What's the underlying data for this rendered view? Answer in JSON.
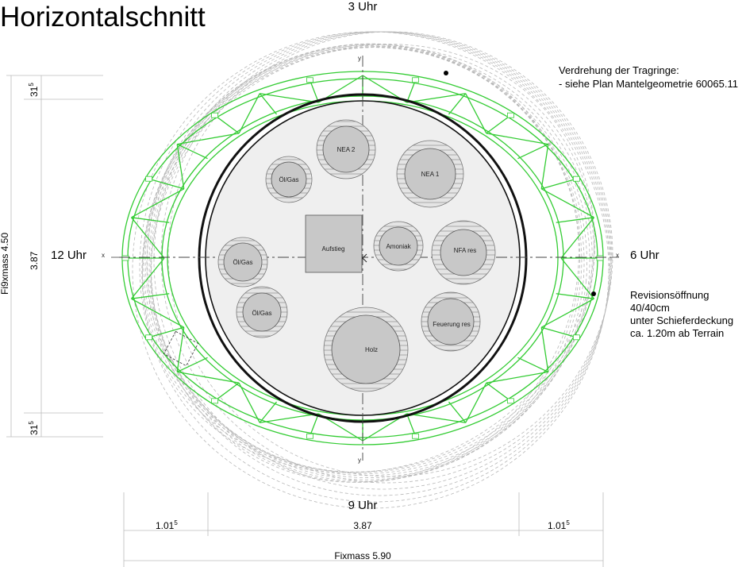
{
  "title": "Horizontalschnitt",
  "clock": {
    "top": "3 Uhr",
    "bottom": "9 Uhr",
    "left": "12 Uhr",
    "right": "6 Uhr"
  },
  "axis_marks": {
    "x": "x",
    "y": "y"
  },
  "notes": {
    "twist_line1": "Verdrehung der Tragringe:",
    "twist_line2": "- siehe Plan Mantelgeometrie 60065.11",
    "revision_line1": "Revisionsöffnung",
    "revision_line2": "40/40cm",
    "revision_line3": "unter Schieferdeckung",
    "revision_line4": "ca. 1.20m ab Terrain"
  },
  "dimensions": {
    "left_top": "31",
    "left_top_sup": "5",
    "left_mid": "3.87",
    "left_bottom": "31",
    "left_bottom_sup": "5",
    "left_total": "Fi9xmass 4.50",
    "bottom_left": "1.01",
    "bottom_left_sup": "5",
    "bottom_mid": "3.87",
    "bottom_right": "1.01",
    "bottom_right_sup": "5",
    "bottom_total": "Fixmass 5.90"
  },
  "elements": {
    "nea2": "NEA 2",
    "nea1": "NEA 1",
    "oel_gas_top": "Öl/Gas",
    "aufstieg": "Aufstieg",
    "amoniak": "Amoniak",
    "nfa_res": "NFA res",
    "oel_gas_left": "Öl/Gas",
    "oel_gas_bottom": "Öl/Gas",
    "feuerung_res": "Feuerung res",
    "holz": "Holz"
  },
  "colors": {
    "truss": "#33cc33",
    "floor": "#efefef",
    "tank_fill": "#c8c8c8",
    "tank_ring": "#e2e2e2",
    "ghost": "#b8b8b8"
  }
}
